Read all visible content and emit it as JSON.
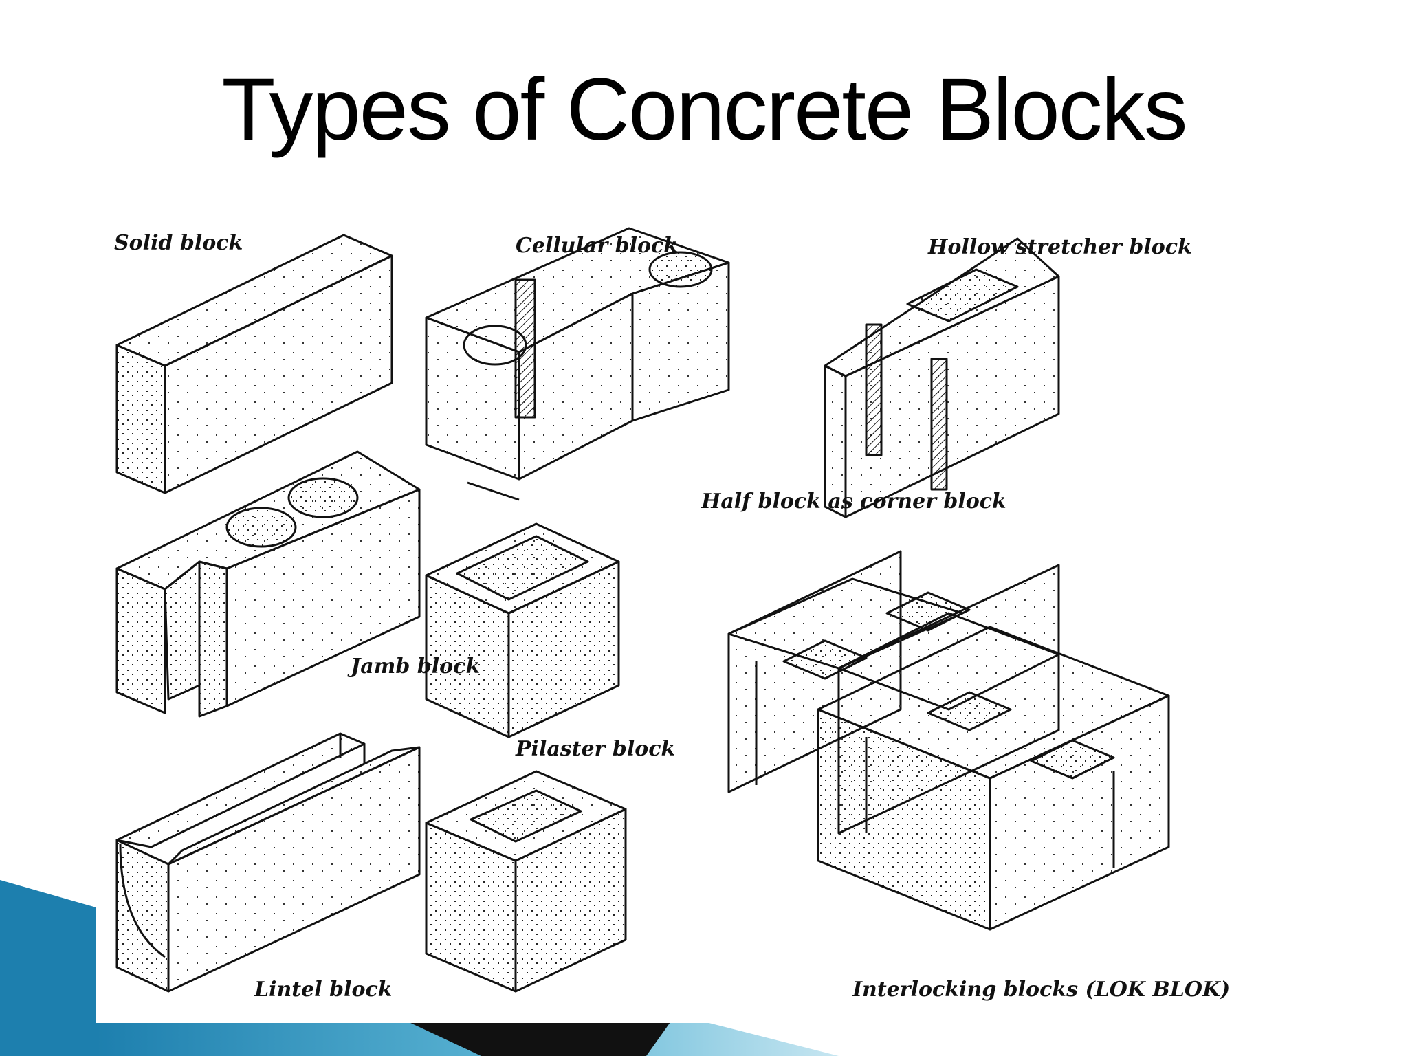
{
  "slide": {
    "title": "Types of Concrete Blocks"
  },
  "blocks": {
    "solid": "Solid block",
    "cellular": "Cellular block",
    "hollow_stretcher": "Hollow stretcher block",
    "jamb": "Jamb block",
    "half": "Half block as corner block",
    "pilaster": "Pilaster block",
    "lintel": "Lintel block",
    "interlocking": "Interlocking blocks (LOK BLOK)"
  },
  "colors": {
    "accent_blue": "#1d7fae",
    "accent_light": "#bfe3f0",
    "line": "#111111"
  }
}
